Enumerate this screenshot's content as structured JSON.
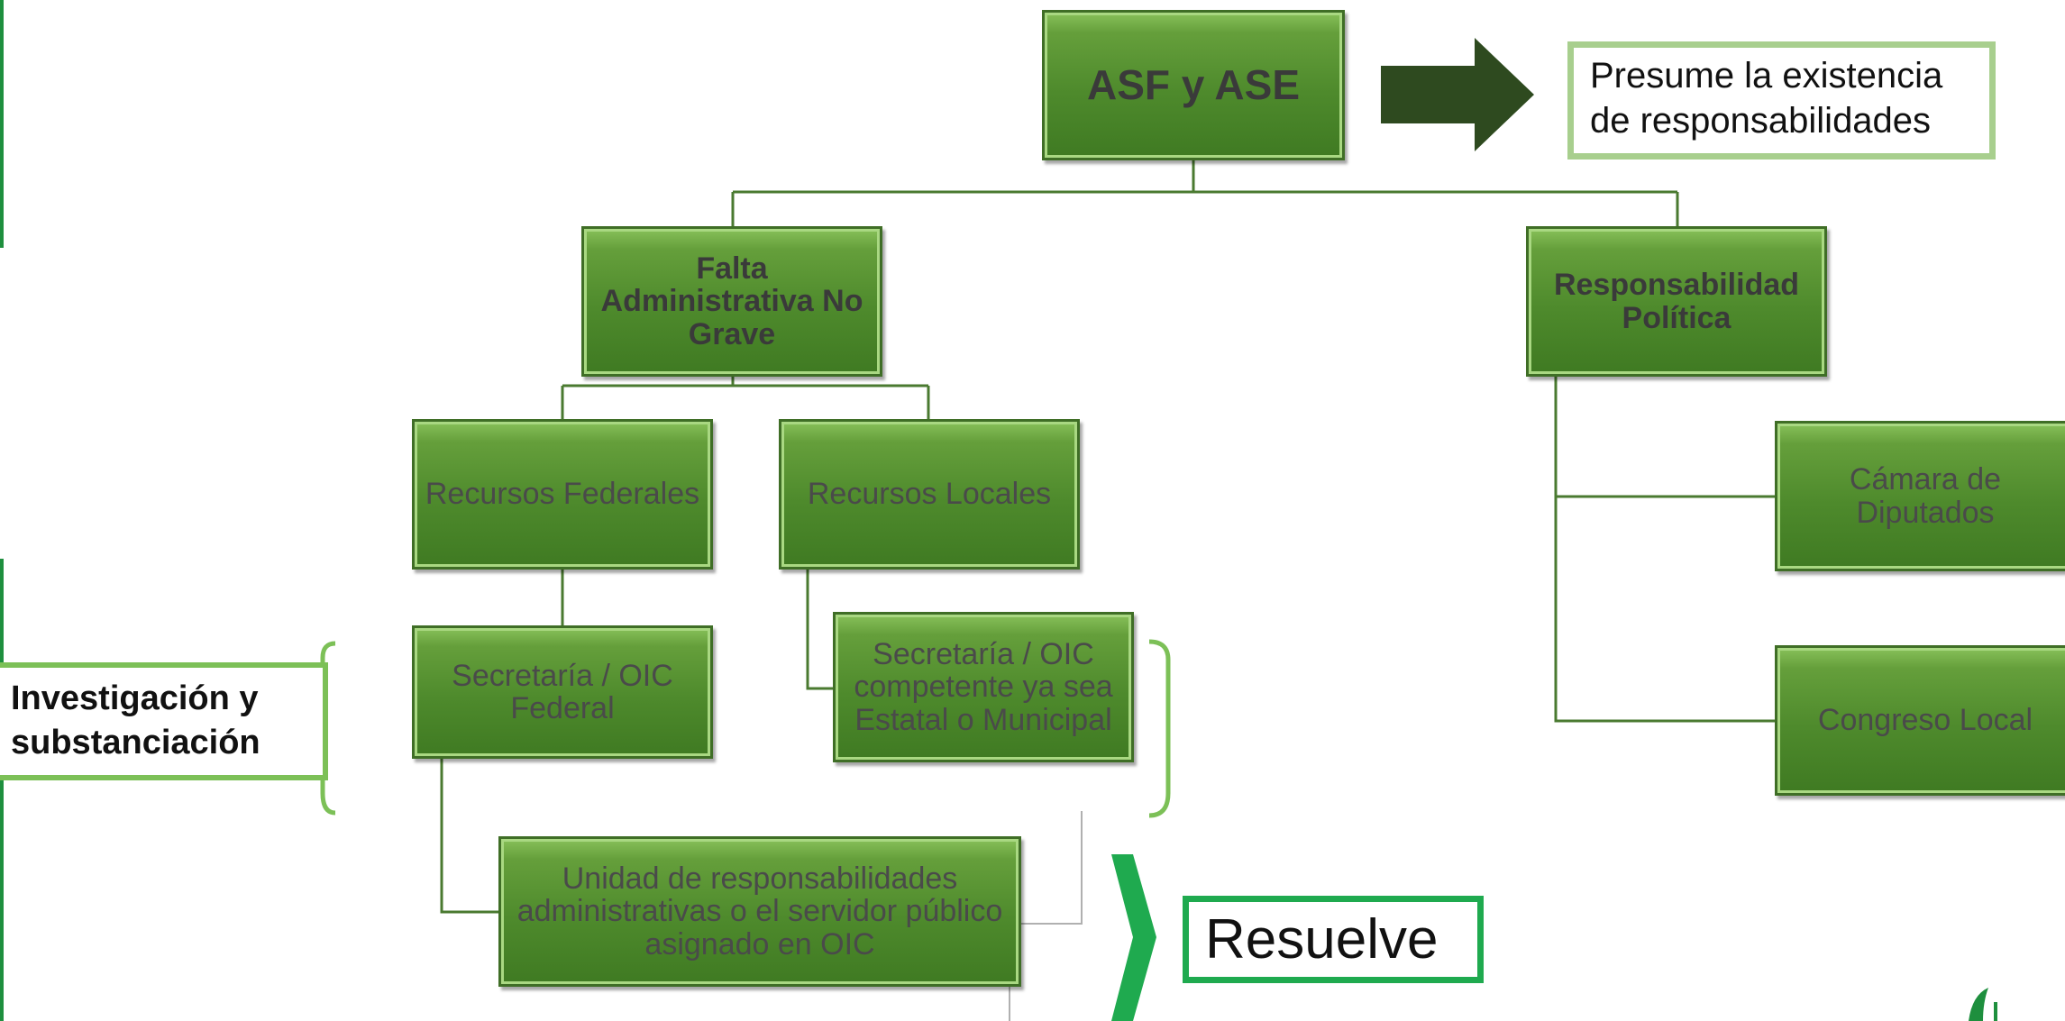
{
  "diagram": {
    "root": {
      "label": "ASF y ASE"
    },
    "root_note": {
      "label": "Presume la existencia de responsabilidades"
    },
    "branch_left": {
      "label": "Falta Administrativa No Grave"
    },
    "branch_right": {
      "label": "Responsabilidad Política"
    },
    "recursos_federales": {
      "label": "Recursos Federales"
    },
    "recursos_locales": {
      "label": "Recursos Locales"
    },
    "secretaria_federal": {
      "label": "Secretaría / OIC Federal"
    },
    "secretaria_local": {
      "label": "Secretaría / OIC competente ya sea Estatal o Municipal"
    },
    "unidad": {
      "label": "Unidad de responsabilidades administrativas o el servidor público asignado en OIC"
    },
    "camara": {
      "label": "Cámara de Diputados"
    },
    "congreso": {
      "label": "Congreso Local"
    },
    "investigacion": {
      "label": "Investigación y substanciación"
    },
    "resuelve": {
      "label": "Resuelve"
    }
  },
  "colors": {
    "node_dark": "#3f7a22",
    "node_light": "#88c15a",
    "connector": "#4a7a30",
    "arrow": "#2e4a1f",
    "callout_border": "#a8cf8e",
    "brace": "#7cc057",
    "resuelve_border": "#1faa4f",
    "resuelve_chevron": "#1faa4f"
  }
}
